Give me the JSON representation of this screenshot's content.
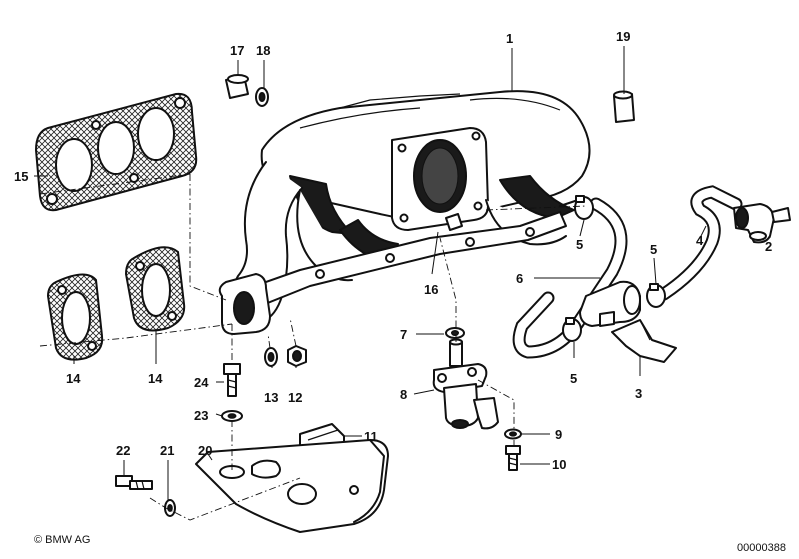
{
  "labels": {
    "n1": "1",
    "n2": "2",
    "n3": "3",
    "n4": "4",
    "n5a": "5",
    "n5b": "5",
    "n5c": "5",
    "n6": "6",
    "n7": "7",
    "n8": "8",
    "n9": "9",
    "n10": "10",
    "n11": "11",
    "n12": "12",
    "n13": "13",
    "n14a": "14",
    "n14b": "14",
    "n15": "15",
    "n16": "16",
    "n17": "17",
    "n18": "18",
    "n19": "19",
    "n20": "20",
    "n21": "21",
    "n22": "22",
    "n23": "23",
    "n24": "24"
  },
  "footer": {
    "copyright": "© BMW AG",
    "diagram_id": "00000388"
  }
}
